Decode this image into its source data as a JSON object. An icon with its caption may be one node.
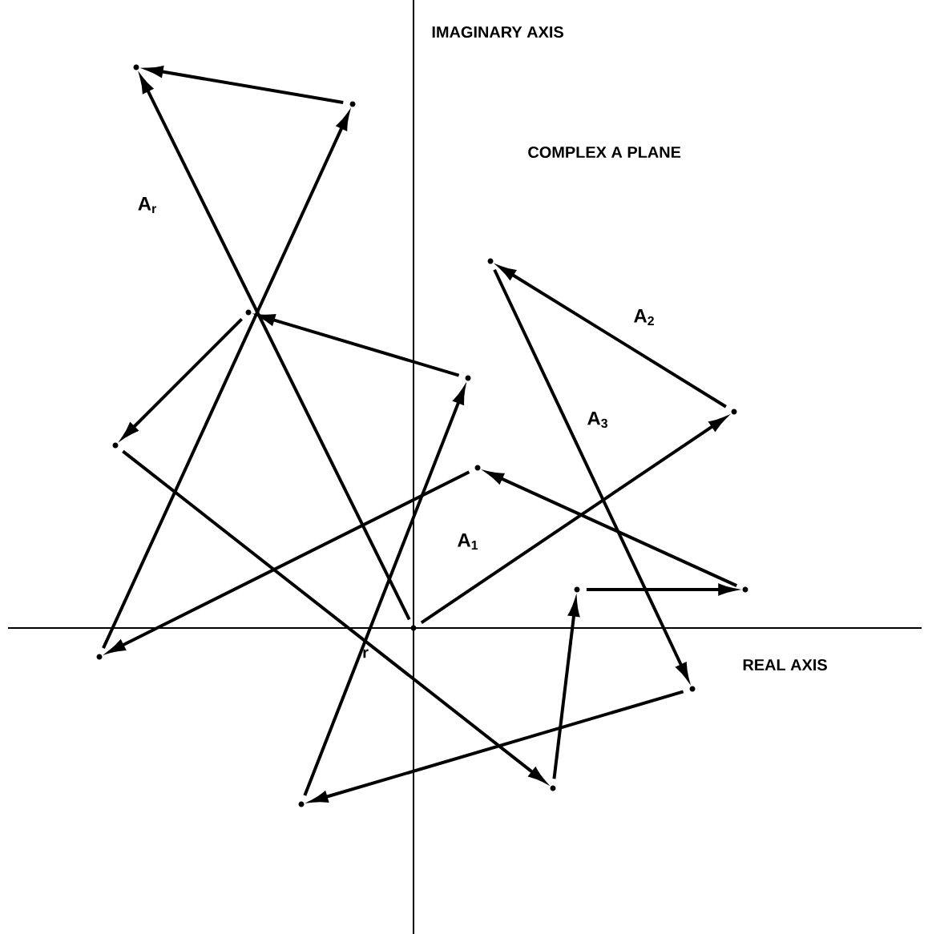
{
  "diagram": {
    "nodes": [
      {
        "text": [],
        "shape": "point"
      },
      {
        "text": [],
        "shape": "point"
      },
      {
        "text": [],
        "shape": "point"
      },
      {
        "text": [],
        "shape": "point"
      },
      {
        "text": [],
        "shape": "point"
      },
      {
        "text": [],
        "shape": "point"
      },
      {
        "text": [],
        "shape": "point"
      },
      {
        "text": [],
        "shape": "point"
      },
      {
        "text": [],
        "shape": "point"
      },
      {
        "text": [],
        "shape": "point"
      },
      {
        "text": [],
        "shape": "point"
      },
      {
        "text": [],
        "shape": "point"
      },
      {
        "text": [],
        "shape": "point"
      },
      {
        "text": [],
        "shape": "point"
      },
      {
        "text": [],
        "shape": "point"
      }
    ],
    "edges": [
      {
        "from": 0,
        "to": 1,
        "arrow": "to",
        "label": "A$_{1}$"
      },
      {
        "from": 1,
        "to": 2,
        "arrow": "to",
        "label": "A$_{2}$"
      },
      {
        "from": 2,
        "to": 3,
        "arrow": "to",
        "label": "A$_{3}$"
      },
      {
        "from": 3,
        "to": 4,
        "arrow": "to"
      },
      {
        "from": 4,
        "to": 5,
        "arrow": "to"
      },
      {
        "from": 5,
        "to": 6,
        "arrow": "to"
      },
      {
        "from": 6,
        "to": 7,
        "arrow": "to"
      },
      {
        "from": 7,
        "to": 8,
        "arrow": "to"
      },
      {
        "from": 8,
        "to": 9,
        "arrow": "to"
      },
      {
        "from": 9,
        "to": 10,
        "arrow": "to"
      },
      {
        "from": 10,
        "to": 11,
        "arrow": "to"
      },
      {
        "from": 11,
        "to": 12,
        "arrow": "to"
      },
      {
        "from": 12,
        "to": 13,
        "arrow": "to"
      },
      {
        "from": 13,
        "to": 14,
        "arrow": "to"
      },
      {
        "from": 0,
        "to": 14,
        "arrow": "to",
        "label": "A$_{r}$"
      }
    ],
    "labels": [
      "IMAGINARY AXIS",
      "COMPLEX A PLANE",
      "REAL AXIS",
      "r"
    ]
  }
}
